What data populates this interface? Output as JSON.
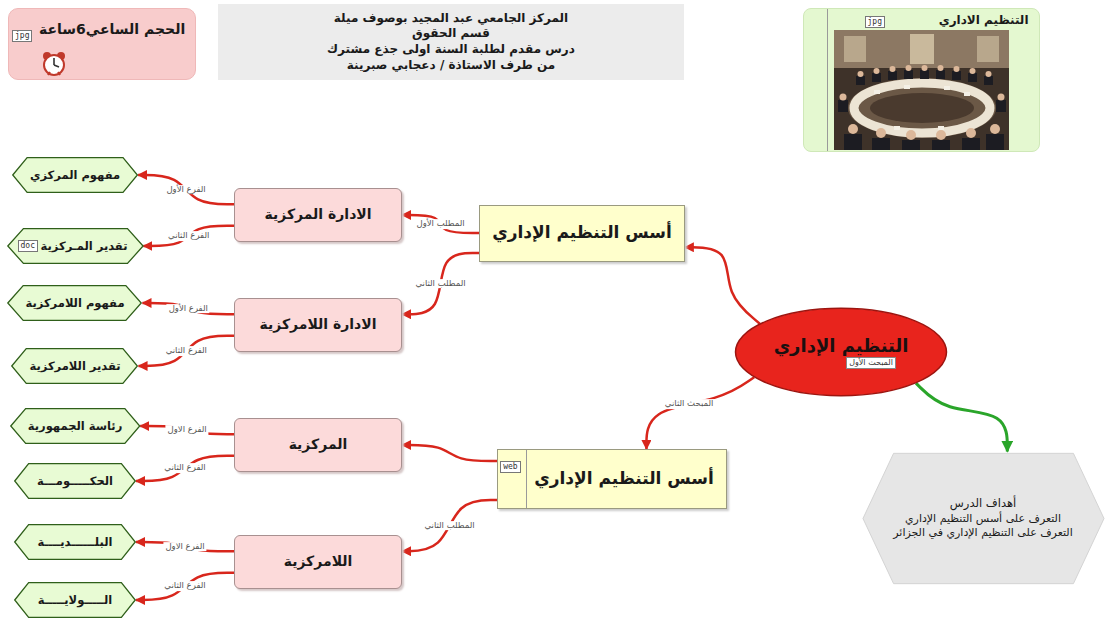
{
  "diagram": {
    "nodes": [
      {
        "text": [
          "التنظيم الاداري"
        ]
      },
      {
        "text": [
          "المركز الجامعي عبد المجيد بوصوف ميلة",
          "قسم الحقوق",
          "درس مقدم لطلبة السنة اولى جذع مشترك",
          "من طرف الاستاذة / دعجابي صبرينة"
        ]
      },
      {
        "text": [
          "الحجم الساعي6ساعة"
        ]
      },
      {
        "text": [
          "التنظيم الإداري",
          "المبحث الأول"
        ]
      },
      {
        "text": [
          "أسس التنظيم الإداري"
        ]
      },
      {
        "text": [
          "الادارة المركزية"
        ]
      },
      {
        "text": [
          "مفهوم المركزي"
        ]
      },
      {
        "text": [
          "تقدير المـركزية"
        ]
      },
      {
        "text": [
          "الادارة اللامركزية"
        ]
      },
      {
        "text": [
          "مفهوم اللامركزية"
        ]
      },
      {
        "text": [
          "تقدير اللامركزية"
        ]
      },
      {
        "text": [
          "أسس التنظيم الإداري"
        ]
      },
      {
        "text": [
          "المركزية"
        ]
      },
      {
        "text": [
          "رئاسة الجمهورية"
        ]
      },
      {
        "text": [
          "الحكـــــومـــة"
        ]
      },
      {
        "text": [
          "اللامركزية"
        ]
      },
      {
        "text": [
          "البلــــــديــــة"
        ]
      },
      {
        "text": [
          "الـــــولايـــــة"
        ]
      },
      {
        "text": [
          "أهداف الدرس",
          "التعرف على أسس التنظيم الإداري",
          "التعرف على التنظيم الإداري في الجزائر"
        ]
      }
    ],
    "edges": [
      {
        "from": 3,
        "to": 4,
        "arrow": "to"
      },
      {
        "from": 3,
        "to": 11,
        "label": "المبحث الثاني",
        "arrow": "to"
      },
      {
        "from": 3,
        "to": 18,
        "arrow": "to"
      },
      {
        "from": 4,
        "to": 5,
        "label": "المطلب الأول",
        "arrow": "to"
      },
      {
        "from": 4,
        "to": 8,
        "label": "المطلب الثاني",
        "arrow": "to"
      },
      {
        "from": 5,
        "to": 6,
        "label": "الفرع الأول",
        "arrow": "to"
      },
      {
        "from": 5,
        "to": 7,
        "label": "الفرع الثاني",
        "arrow": "to"
      },
      {
        "from": 8,
        "to": 9,
        "label": "الفرع الأول",
        "arrow": "to"
      },
      {
        "from": 8,
        "to": 10,
        "label": "الفرع الثاني",
        "arrow": "to"
      },
      {
        "from": 11,
        "to": 12,
        "arrow": "to"
      },
      {
        "from": 11,
        "to": 15,
        "label": "المطلب الثاني",
        "arrow": "to"
      },
      {
        "from": 12,
        "to": 13,
        "label": "الفرع الاول",
        "arrow": "to"
      },
      {
        "from": 12,
        "to": 14,
        "label": "الفرع الثاني",
        "arrow": "to"
      },
      {
        "from": 15,
        "to": 16,
        "label": "الفرع الاول",
        "arrow": "to"
      },
      {
        "from": 15,
        "to": 17,
        "label": "الفرع الثاني",
        "arrow": "to"
      }
    ],
    "labels": [
      "jpg",
      "jpg",
      "web",
      "doc"
    ]
  }
}
